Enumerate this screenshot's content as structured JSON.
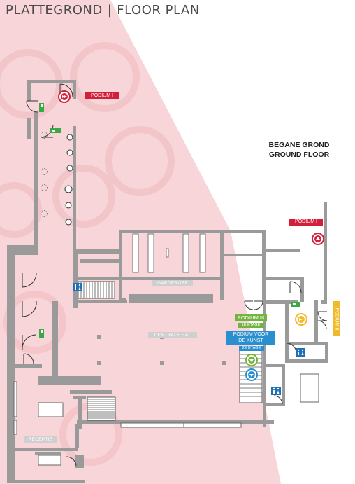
{
  "title": {
    "dutch": "PLATTEGROND",
    "separator": "|",
    "english": "FLOOR PLAN"
  },
  "floor_label": {
    "dutch": "BEGANE GROND",
    "english": "GROUND FLOOR"
  },
  "labels": {
    "podium_1_top": "PODIUM I",
    "podium_1_right": "PODIUM I",
    "podium_2": "PODIUM II",
    "podium_3": "PODIUM III",
    "podium_3_floor": "1E ETAGE",
    "podium_kunst_line1": "PODIUM VOOR",
    "podium_kunst_line2": "DE KUNST",
    "podium_kunst_floor": "2E ETAGE",
    "garderobe": "GARDEROBE",
    "centrale_hal": "CENTRALE HAL",
    "receptie": "RECEPTIE"
  },
  "colors": {
    "background_band": "#f7d5d8",
    "wall": "#9a9a9a",
    "podium_red": "#d41f3a",
    "podium_green": "#72b43f",
    "podium_blue": "#2a8fcf",
    "podium_yellow": "#f2b92a",
    "toilet_blue": "#1f6fb5",
    "exit_green": "#3aa845"
  },
  "icons": {
    "toilet": "toilet-icon",
    "emergency_exit": "emergency-exit-icon",
    "arrow_up_circle": "arrow-up-circle-icon",
    "arrow_right_circle": "arrow-right-circle-icon",
    "arrow_down_circle": "arrow-down-circle-icon"
  }
}
